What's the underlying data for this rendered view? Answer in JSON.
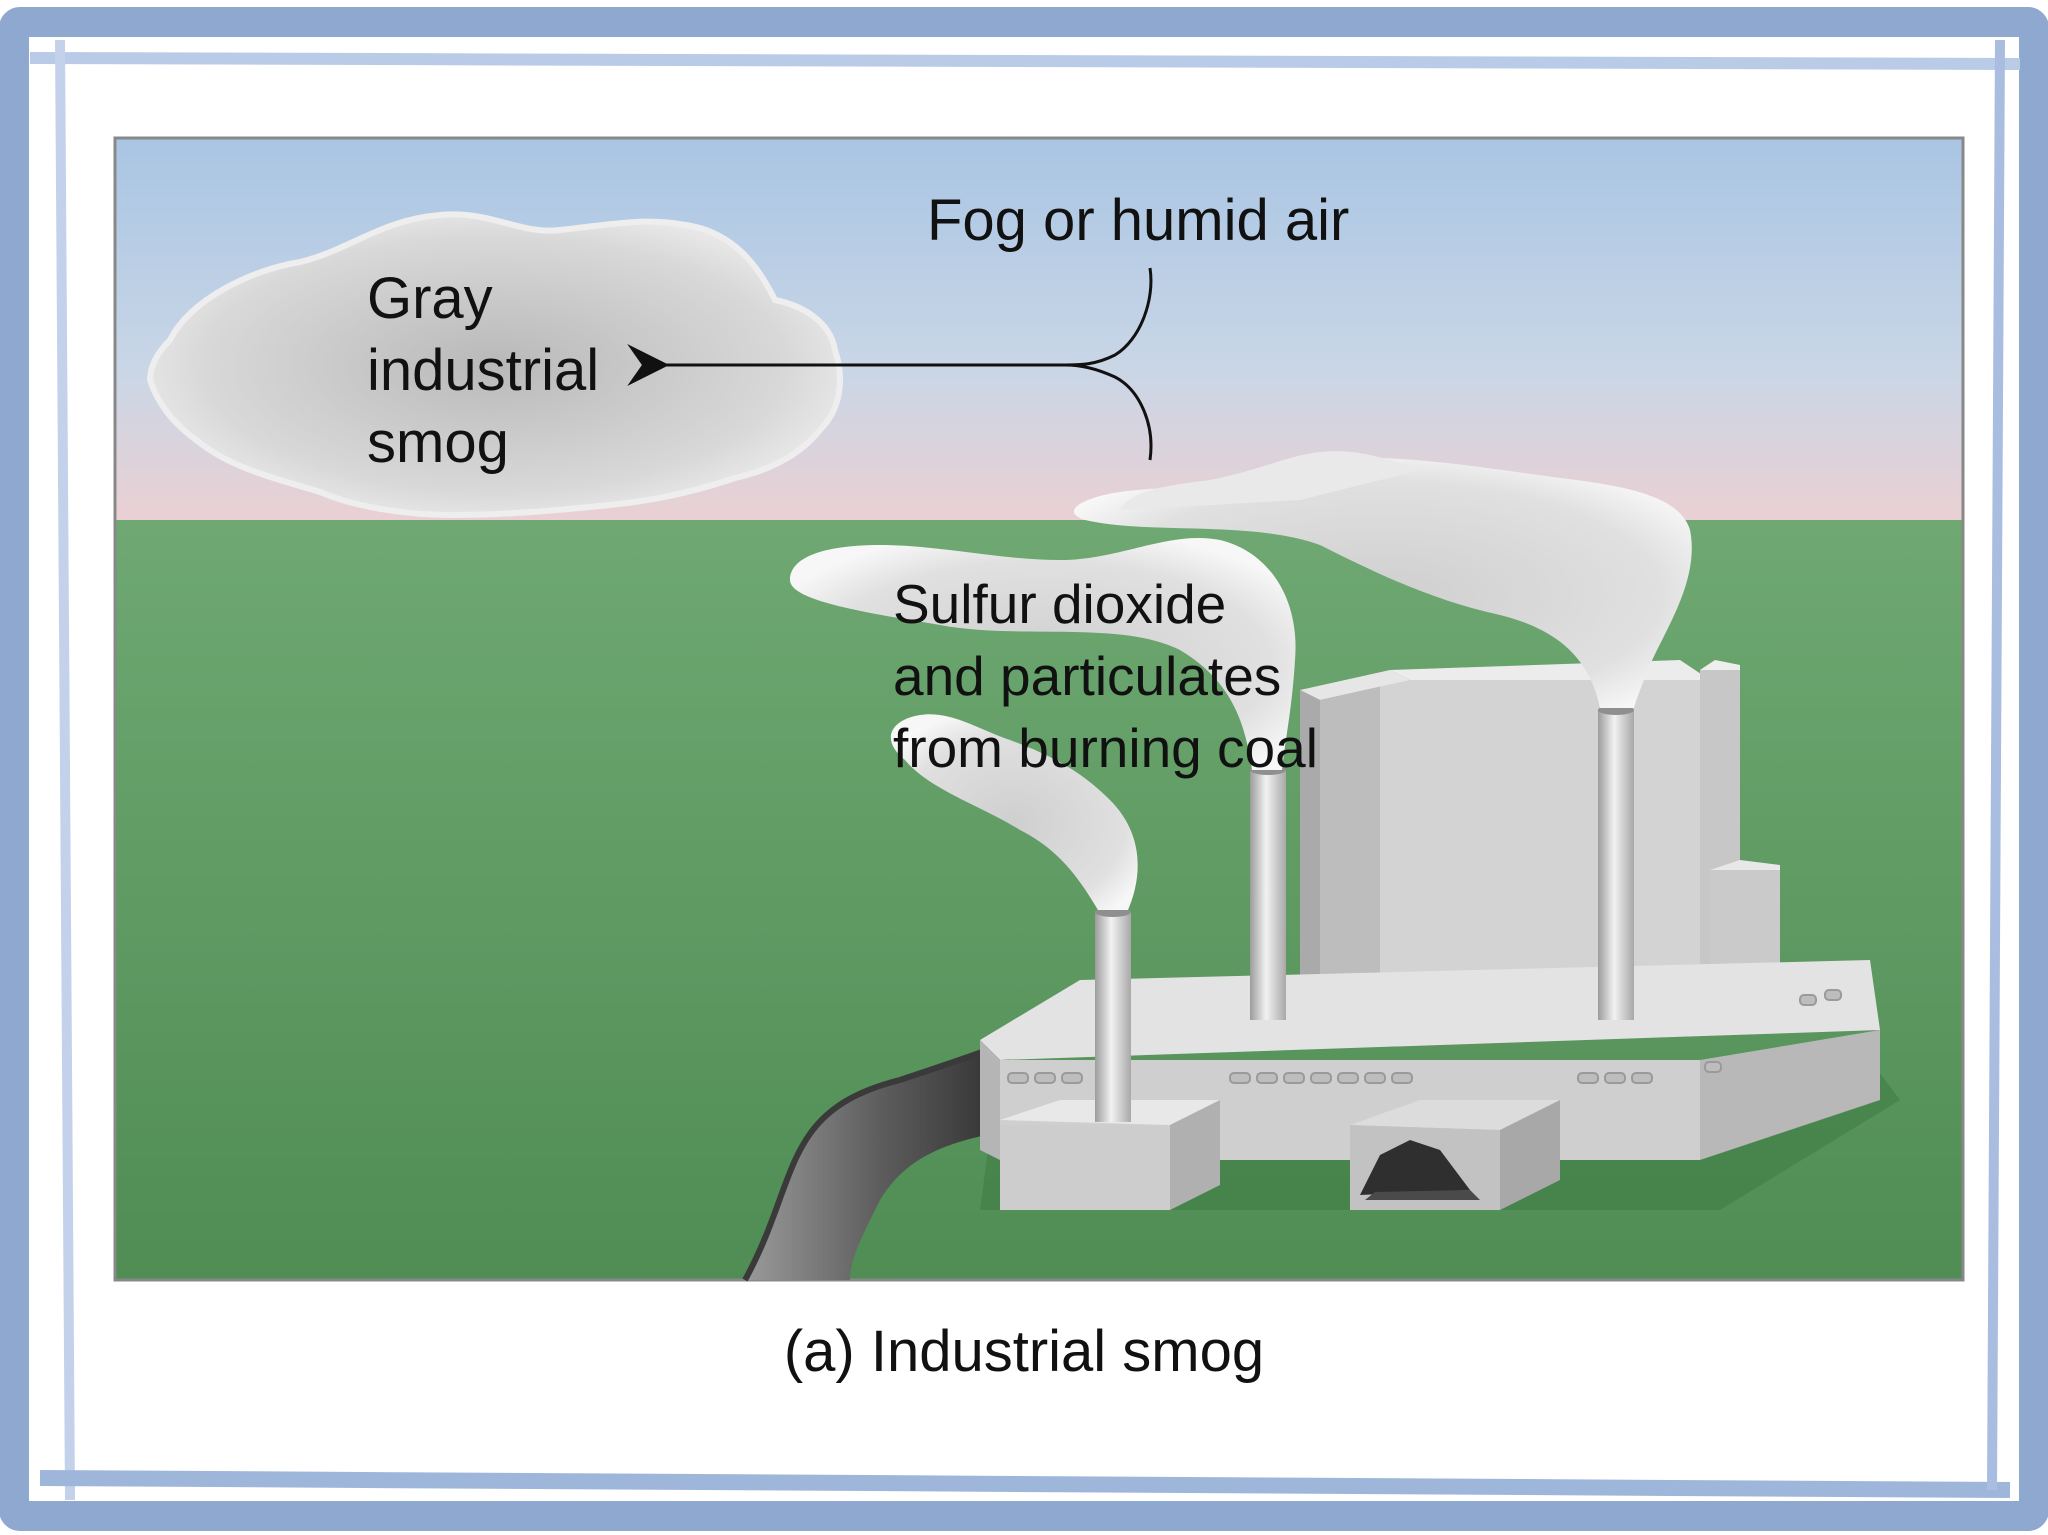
{
  "labels": {
    "fog": "Fog or humid air",
    "gray_smog": [
      "Gray",
      "industrial",
      "smog"
    ],
    "sulfur": [
      "Sulfur dioxide",
      "and particulates",
      "from burning coal"
    ]
  },
  "caption": "(a) Industrial smog",
  "colors": {
    "frame_blue": "#8fa8d0",
    "sky_top": "#b2cbe6",
    "sky_horizon": "#e6cfd2",
    "grass": "#5b9a5f",
    "factory": "#d4d4d4",
    "smoke": "#dedede",
    "road": "#6e6e6e",
    "text": "#111111"
  },
  "icons": [
    "factory-icon",
    "smokestack-icon",
    "cloud-icon",
    "road-icon",
    "coal-pile-icon",
    "arrow-icon"
  ]
}
